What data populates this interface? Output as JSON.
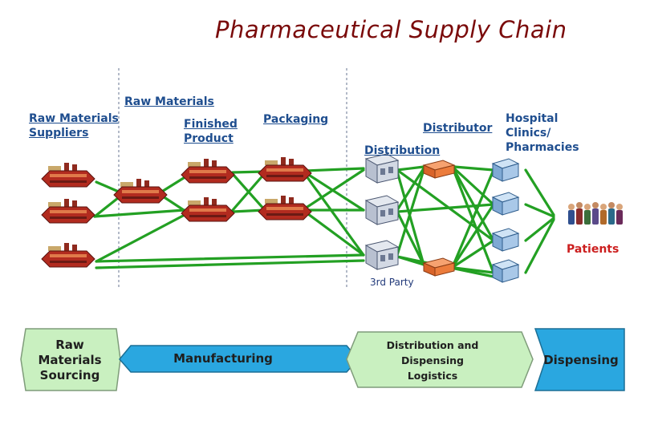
{
  "title": "Pharmaceutical Supply Chain",
  "labels": {
    "raw_suppliers_1": "Raw Materials",
    "raw_suppliers_2": "Suppliers",
    "raw_materials": "Raw Materials",
    "finished_1": "Finished",
    "finished_2": "Product",
    "packaging": "Packaging",
    "distribution": "Distribution",
    "distributor": "Distributor",
    "hospital_1": "Hospital",
    "hospital_2": "Clinics/",
    "hospital_3": "Pharmacies",
    "patients": "Patients",
    "third_party": "3rd Party"
  },
  "stages": [
    {
      "lines": [
        "Raw",
        "Materials",
        "Sourcing"
      ],
      "color": "#c9f0c0"
    },
    {
      "lines": [
        "Manufacturing"
      ],
      "color": "#2aa7e0"
    },
    {
      "lines": [
        "Distribution and Dispensing",
        "Logistics"
      ],
      "color": "#c9f0c0"
    },
    {
      "lines": [
        "Dispensing"
      ],
      "color": "#2aa7e0"
    }
  ],
  "colors": {
    "title": "#7a0a0a",
    "label": "#1f4e8f",
    "link": "#23a023",
    "patients": "#cc1f1f"
  }
}
